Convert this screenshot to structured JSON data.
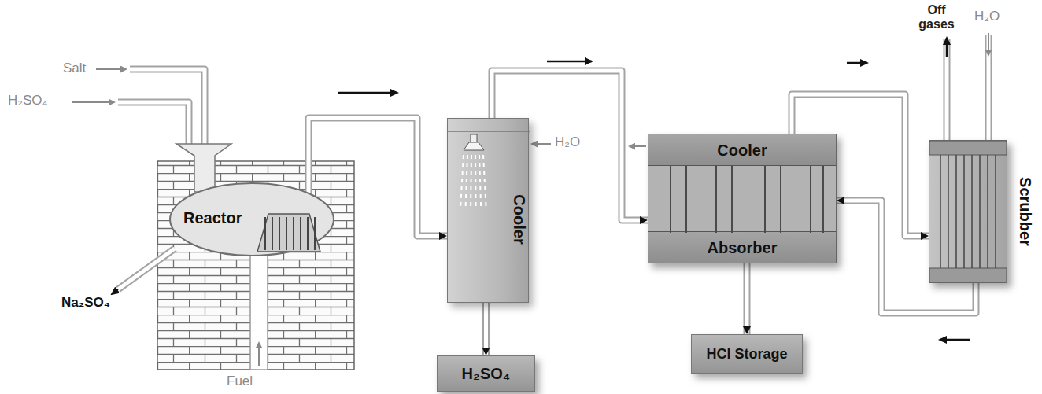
{
  "diagram": {
    "nodes": [
      {
        "text": [
          "Reactor"
        ]
      },
      {
        "text": [
          "Cooler"
        ]
      },
      {
        "text": [
          "H₂SO₄"
        ]
      },
      {
        "text": [
          "Cooler",
          "Absorber"
        ]
      },
      {
        "text": [
          "HCl Storage"
        ]
      },
      {
        "text": [
          "Scrubber"
        ]
      }
    ],
    "edges": [
      {
        "from": 0,
        "to": 1,
        "arrow": "to"
      },
      {
        "from": 1,
        "to": 2,
        "arrow": "to"
      },
      {
        "from": 1,
        "to": 3,
        "arrow": "to"
      },
      {
        "from": 3,
        "to": 4,
        "arrow": "to"
      },
      {
        "from": 3,
        "to": 5,
        "arrow": "to"
      },
      {
        "from": 5,
        "to": 3,
        "arrow": "to"
      }
    ],
    "labels": [
      "Salt",
      "H₂SO₄",
      "Na₂SO₄",
      "Fuel",
      "H₂O",
      "Off gases",
      "H₂O"
    ]
  }
}
